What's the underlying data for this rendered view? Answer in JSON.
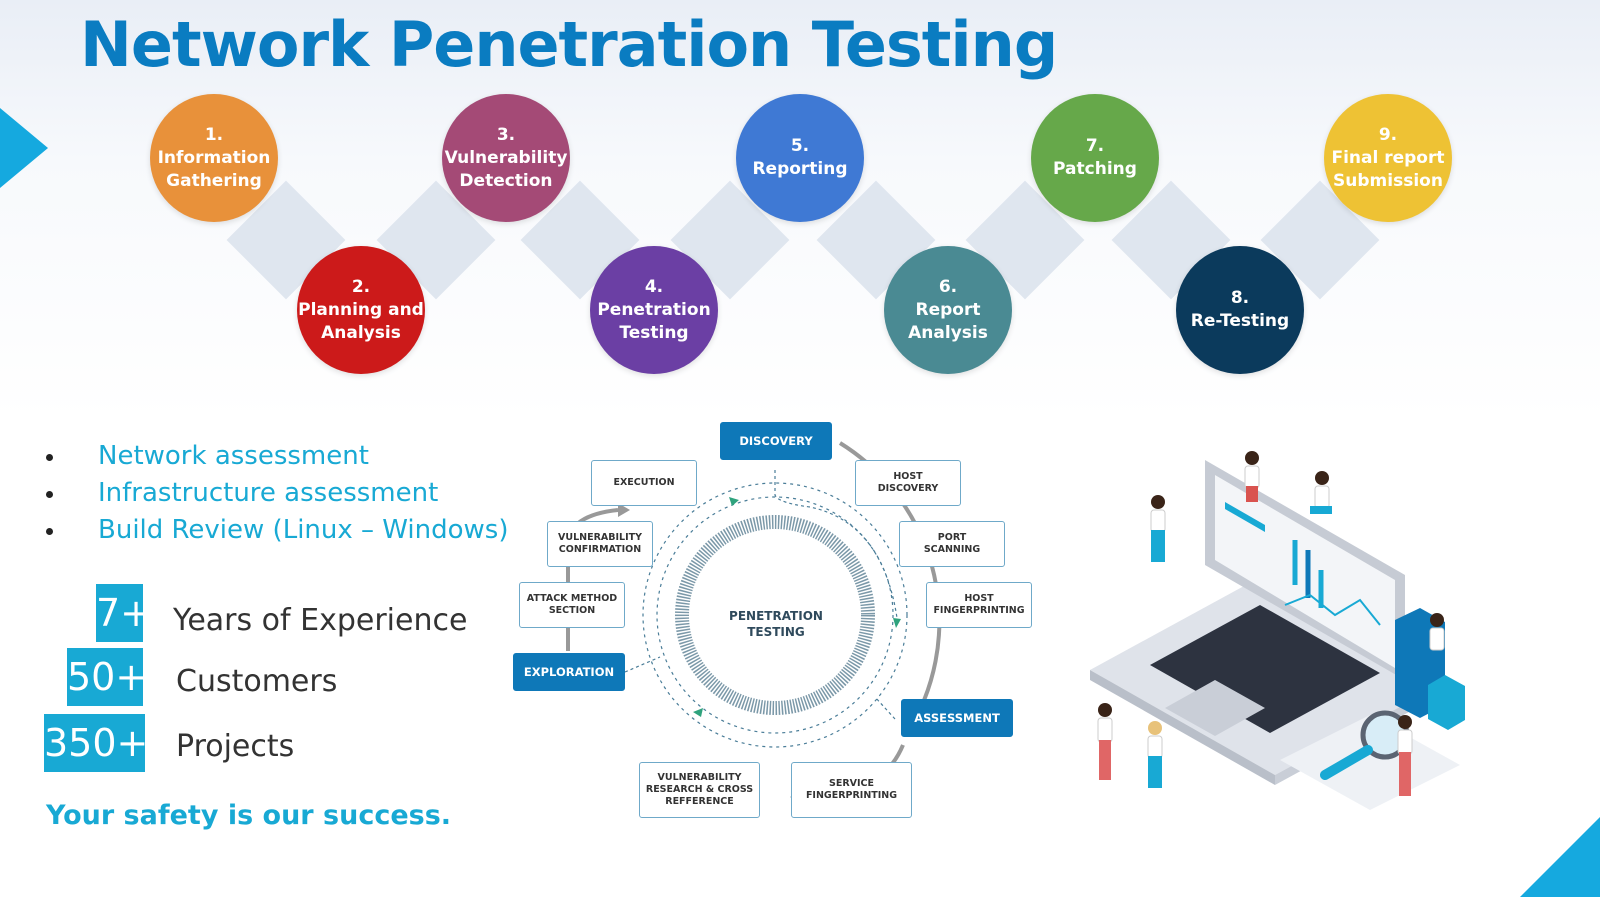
{
  "title": "Network Penetration Testing",
  "colors": {
    "title": "#0a7cc1",
    "accent": "#18a9d4",
    "cycle_dark": "#0e78b8"
  },
  "steps": [
    {
      "num": "1.",
      "label": "Information\nGathering",
      "color": "#e8913a"
    },
    {
      "num": "2.",
      "label": "Planning and\nAnalysis",
      "color": "#cc1a1a"
    },
    {
      "num": "3.",
      "label": "Vulnerability\nDetection",
      "color": "#a44a76"
    },
    {
      "num": "4.",
      "label": "Penetration\nTesting",
      "color": "#6b3fa4"
    },
    {
      "num": "5.",
      "label": "Reporting",
      "color": "#3f79d4"
    },
    {
      "num": "6.",
      "label": "Report\nAnalysis",
      "color": "#4a8a93"
    },
    {
      "num": "7.",
      "label": "Patching",
      "color": "#66a84a"
    },
    {
      "num": "8.",
      "label": "Re-Testing",
      "color": "#0b3a5c"
    },
    {
      "num": "9.",
      "label": "Final report\nSubmission",
      "color": "#eec234"
    }
  ],
  "services": [
    "Network assessment",
    "Infrastructure assessment",
    "Build Review (Linux – Windows)"
  ],
  "stats": [
    {
      "value": "7+",
      "label": "Years of Experience"
    },
    {
      "value": "50+",
      "label": "Customers"
    },
    {
      "value": "350+",
      "label": "Projects"
    }
  ],
  "tagline": "Your safety is our success.",
  "cycle": {
    "center": "PENETRATION\nTESTING",
    "discovery": "DISCOVERY",
    "host_discovery": "HOST\nDISCOVERY",
    "port_scanning": "PORT\nSCANNING",
    "host_fingerprinting": "HOST\nFINGERPRINTING",
    "assessment": "ASSESSMENT",
    "service_fingerprinting": "SERVICE\nFINGERPRINTING",
    "vuln_research": "VULNERABILITY\nRESEARCH & CROSS\nREFFERENCE",
    "exploration": "EXPLORATION",
    "attack_method": "ATTACK METHOD\nSECTION",
    "vuln_confirmation": "VULNERABILITY\nCONFIRMATION",
    "execution": "EXECUTION"
  }
}
